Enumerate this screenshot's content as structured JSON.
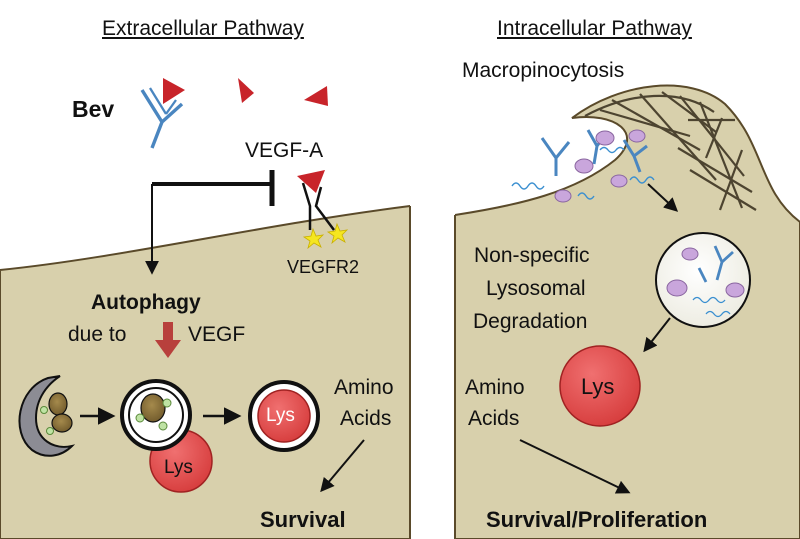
{
  "extracellular": {
    "title": "Extracellular Pathway",
    "bev_label": "Bev",
    "ligand_label": "VEGF-A",
    "receptor_label": "VEGFR2",
    "autophagy_label": "Autophagy",
    "due_to_label": "due to",
    "vegf_label": "VEGF",
    "lysosome_label": "Lys",
    "lysosome_label_2": "Lys",
    "amino_label": "Amino",
    "acids_label": "Acids",
    "outcome_label": "Survival"
  },
  "intracellular": {
    "title": "Intracellular Pathway",
    "uptake_label": "Macropinocytosis",
    "degradation_line1": "Non-specific",
    "degradation_line2": "Lysosomal",
    "degradation_line3": "Degradation",
    "lysosome_label": "Lys",
    "amino_label": "Amino",
    "acids_label": "Acids",
    "outcome_label": "Survival/Proliferation"
  },
  "colors": {
    "cell_fill": "#d8d0ac",
    "cell_edge": "#5a4a2a",
    "ligand": "#c8242a",
    "antibody": "#4a86c0",
    "lysosome": "#e05050",
    "down_arrow": "#b8403c",
    "vesicle_dots": "#c9a6dc",
    "phosphate_star": "#f5e620"
  }
}
